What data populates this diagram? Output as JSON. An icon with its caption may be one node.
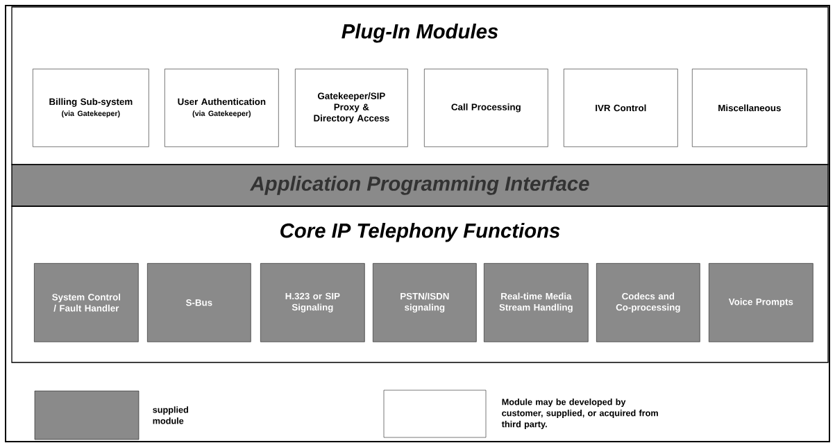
{
  "diagram": {
    "nodes": [
      {
        "text": [
          "Plug-In Modules"
        ]
      },
      {
        "text": [
          "Billing Sub-system",
          "(via Gatekeeper)"
        ],
        "in": 0
      },
      {
        "text": [
          "User Authentication",
          "(via Gatekeeper)"
        ],
        "in": 0
      },
      {
        "text": [
          "Gatekeeper/SIP Proxy & Directory Access"
        ],
        "in": 0
      },
      {
        "text": [
          "Call Processing"
        ],
        "in": 0
      },
      {
        "text": [
          "IVR Control"
        ],
        "in": 0
      },
      {
        "text": [
          "Miscellaneous"
        ],
        "in": 0
      },
      {
        "text": [
          "Application Programming Interface"
        ]
      },
      {
        "text": [
          "Core IP Telephony Functions"
        ]
      },
      {
        "text": [
          "System Control / Fault Handler"
        ],
        "in": 8
      },
      {
        "text": [
          "S-Bus"
        ],
        "in": 8
      },
      {
        "text": [
          "H.323 or SIP Signaling"
        ],
        "in": 8
      },
      {
        "text": [
          "PSTN/ISDN signaling"
        ],
        "in": 8
      },
      {
        "text": [
          "Real-time Media Stream Handling"
        ],
        "in": 8
      },
      {
        "text": [
          "Codecs and Co-processing"
        ],
        "in": 8
      },
      {
        "text": [
          "Voice Prompts"
        ],
        "in": 8
      }
    ],
    "legend": [
      {
        "text": "supplied module",
        "color": "#8a8a8a"
      },
      {
        "text": "Module may be developed by customer, supplied, or acquired from third party."
      }
    ]
  }
}
